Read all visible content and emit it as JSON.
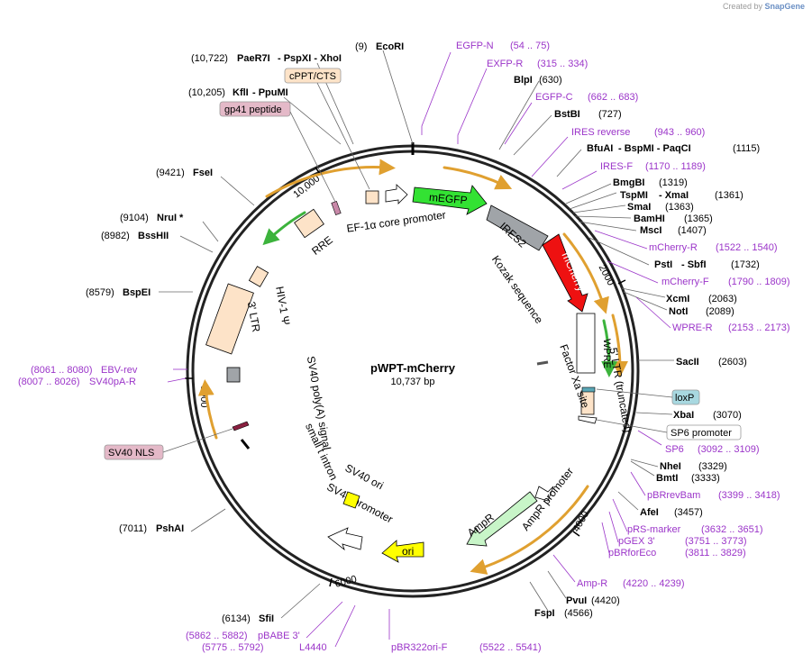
{
  "credit": {
    "prefix": "Created by",
    "brand": "SnapGene"
  },
  "plasmid": {
    "name": "pWPT-mCherry",
    "size": "10,737 bp"
  },
  "ticks": [
    "10,000",
    "2000",
    "4000",
    "6000",
    "8000"
  ],
  "enzymes_left": [
    {
      "pos": "(9)",
      "name": "EcoRI"
    },
    {
      "pos": "(10,722)",
      "name": "PaeR7I",
      "extra": " - PspXI  - XhoI"
    },
    {
      "pos": "(10,205)",
      "name": "KflI",
      "extra": " - PpuMI"
    },
    {
      "pos": "(9421)",
      "name": "FseI"
    },
    {
      "pos": "(9104)",
      "name": "NruI *"
    },
    {
      "pos": "(8982)",
      "name": "BssHII"
    },
    {
      "pos": "(8579)",
      "name": "BspEI"
    },
    {
      "pos": "(7011)",
      "name": "PshAI"
    },
    {
      "pos": "(6134)",
      "name": "SfiI"
    }
  ],
  "enzymes_right": [
    {
      "name": "BlpI",
      "pos": "(630)"
    },
    {
      "name": "BstBI",
      "pos": "(727)"
    },
    {
      "name": "BfuAI",
      "extra": " - BspMI  - PaqCI",
      "pos": "(1115)"
    },
    {
      "name": "BmgBI",
      "pos": "(1319)"
    },
    {
      "name": "TspMI",
      "extra": " - XmaI",
      "pos": "(1361)"
    },
    {
      "name": "SmaI",
      "pos": "(1363)"
    },
    {
      "name": "BamHI",
      "pos": "(1365)"
    },
    {
      "name": "MscI",
      "pos": "(1407)"
    },
    {
      "name": "PstI",
      "extra": " - SbfI",
      "pos": "(1732)"
    },
    {
      "name": "XcmI",
      "pos": "(2063)"
    },
    {
      "name": "NotI",
      "pos": "(2089)"
    },
    {
      "name": "SacII",
      "pos": "(2603)"
    },
    {
      "name": "XbaI",
      "pos": "(3070)"
    },
    {
      "name": "NheI",
      "pos": "(3329)"
    },
    {
      "name": "BmtI",
      "pos": "(3333)"
    },
    {
      "name": "AfeI",
      "pos": "(3457)"
    },
    {
      "name": "PvuI",
      "pos": "(4420)"
    },
    {
      "name": "FspI",
      "pos": "(4566)"
    }
  ],
  "primers": [
    {
      "name": "EGFP-N",
      "range": "(54 .. 75)"
    },
    {
      "name": "EXFP-R",
      "range": "(315 .. 334)"
    },
    {
      "name": "EGFP-C",
      "range": "(662 .. 683)"
    },
    {
      "name": "IRES reverse",
      "range": "(943 .. 960)"
    },
    {
      "name": "IRES-F",
      "range": "(1170 .. 1189)"
    },
    {
      "name": "mCherry-R",
      "range": "(1522 .. 1540)"
    },
    {
      "name": "mCherry-F",
      "range": "(1790 .. 1809)"
    },
    {
      "name": "WPRE-R",
      "range": "(2153 .. 2173)"
    },
    {
      "name": "SP6",
      "range": "(3092 .. 3109)"
    },
    {
      "name": "pBRrevBam",
      "range": "(3399 .. 3418)"
    },
    {
      "name": "pRS-marker",
      "range": "(3632 .. 3651)"
    },
    {
      "name": "pGEX 3'",
      "range": "(3751 .. 3773)"
    },
    {
      "name": "pBRforEco",
      "range": "(3811 .. 3829)"
    },
    {
      "name": "Amp-R",
      "range": "(4220 .. 4239)"
    },
    {
      "name": "pBR322ori-F",
      "range": "(5522 .. 5541)"
    },
    {
      "name": "pBABE 3'",
      "range": "(5862 .. 5882)"
    },
    {
      "name": "L4440",
      "range": "(5775 .. 5792)"
    },
    {
      "name": "EBV-rev",
      "range": "(8061 .. 8080)"
    },
    {
      "name": "SV40pA-R",
      "range": "(8007 .. 8026)"
    }
  ],
  "boxed_features": [
    {
      "name": "cPPT/CTS",
      "color": "#fde3c8"
    },
    {
      "name": "gp41 peptide",
      "color": "#e4b9c8"
    },
    {
      "name": "loxP",
      "color": "#a8d8e0"
    },
    {
      "name": "SP6 promoter",
      "color": "#ffffff"
    },
    {
      "name": "SV40 NLS",
      "color": "#e4b9c8"
    }
  ],
  "features": [
    "mEGFP",
    "mCherry",
    "EF-1α core promoter",
    "IRES2",
    "RRE",
    "Kozak sequence",
    "Factor Xa site",
    "5' LTR (truncated)",
    "WPRE",
    "HIV-1 Ψ",
    "3' LTR",
    "SV40 poly(A) signal",
    "small t intron",
    "SV40 ori",
    "SV40 promoter",
    "AmpR",
    "AmpR promoter",
    "ori"
  ],
  "colors": {
    "primer": "#9b35c9",
    "orf_arrow": "#e0a030",
    "green_arrow": "#3cb33c",
    "mEGFP": "#33e233",
    "mCherry": "#ee1111",
    "ori": "#ffff00",
    "ampr": "#c8f5c8",
    "ltr": "#fde3c8",
    "ires": "#a0a4a8"
  }
}
